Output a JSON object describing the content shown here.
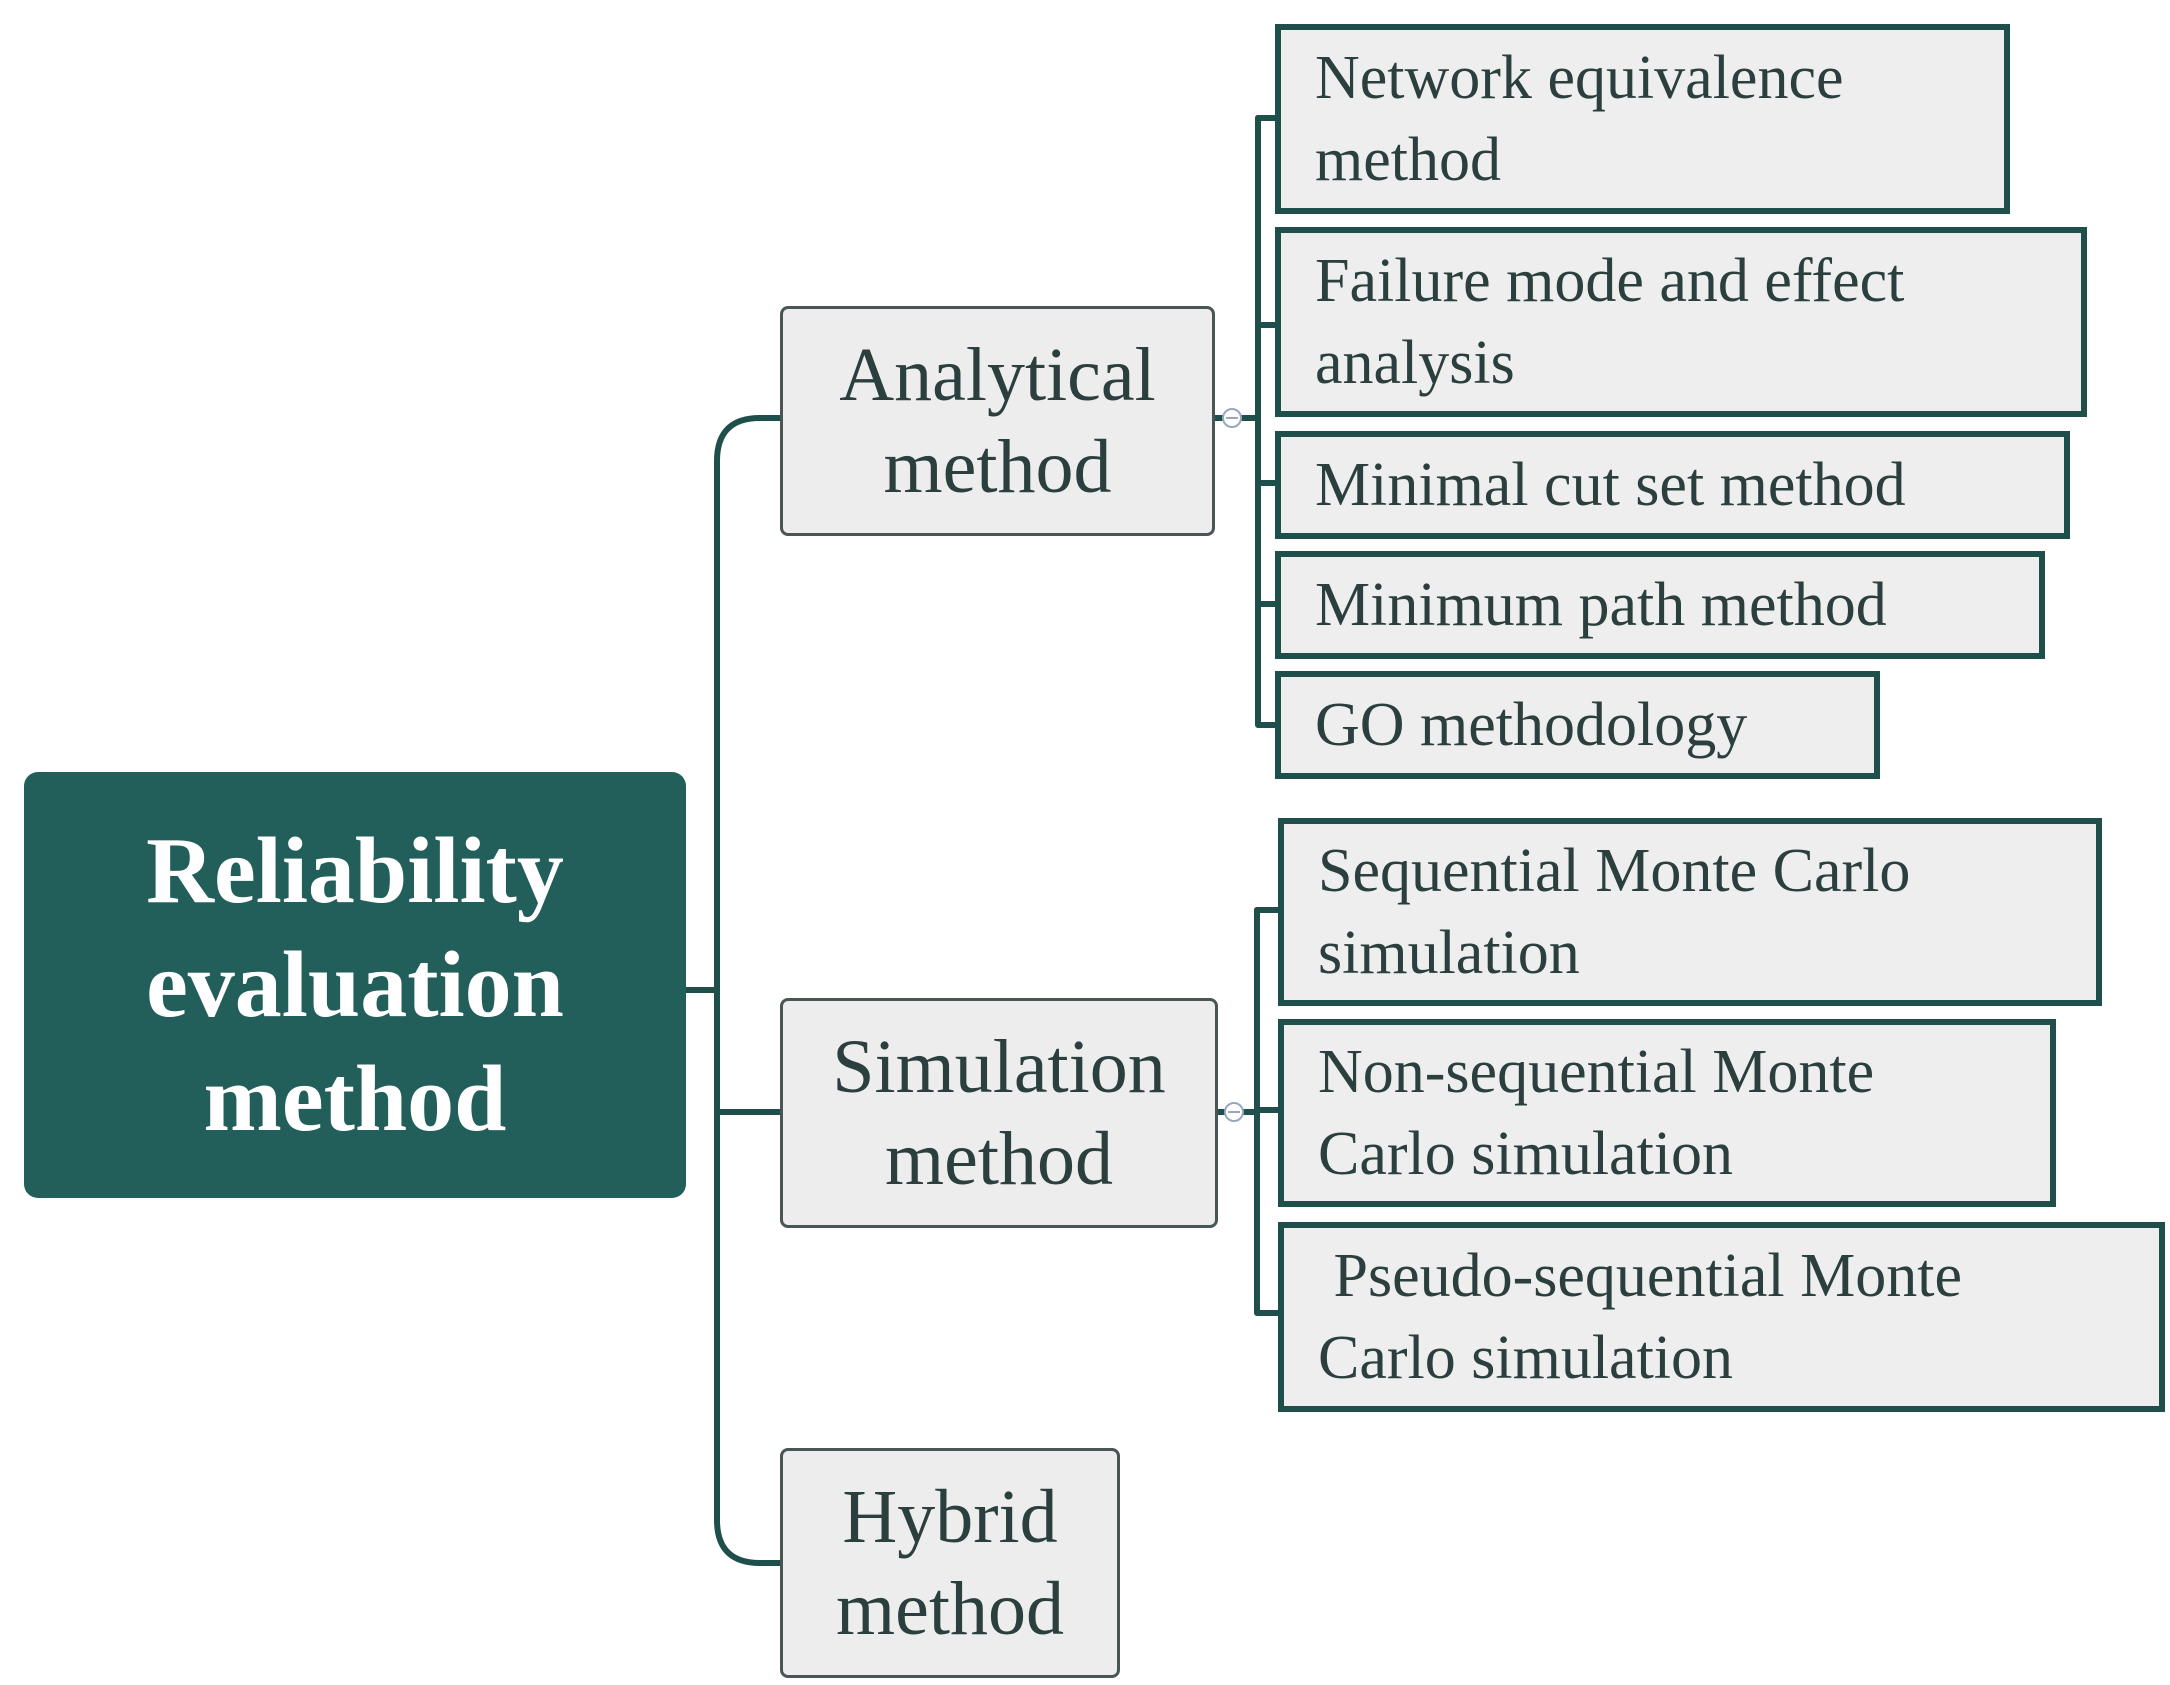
{
  "colors": {
    "root_fill": "#225e5a",
    "root_text": "#ffffff",
    "connector": "#1f4f4b",
    "node_fill": "#ededed",
    "node_text": "#2b3f3e"
  },
  "root": {
    "label": "Reliability\nevaluation\nmethod"
  },
  "branches": [
    {
      "label": "Analytical\nmethod",
      "children": [
        "Network equivalence\nmethod",
        "Failure mode and effect\nanalysis",
        "Minimal cut set method",
        "Minimum path method",
        "GO methodology"
      ]
    },
    {
      "label": "Simulation\nmethod",
      "children": [
        "Sequential Monte Carlo\nsimulation",
        "Non-sequential Monte\nCarlo simulation",
        " Pseudo-sequential Monte\nCarlo simulation"
      ]
    },
    {
      "label": "Hybrid\nmethod",
      "children": []
    }
  ]
}
